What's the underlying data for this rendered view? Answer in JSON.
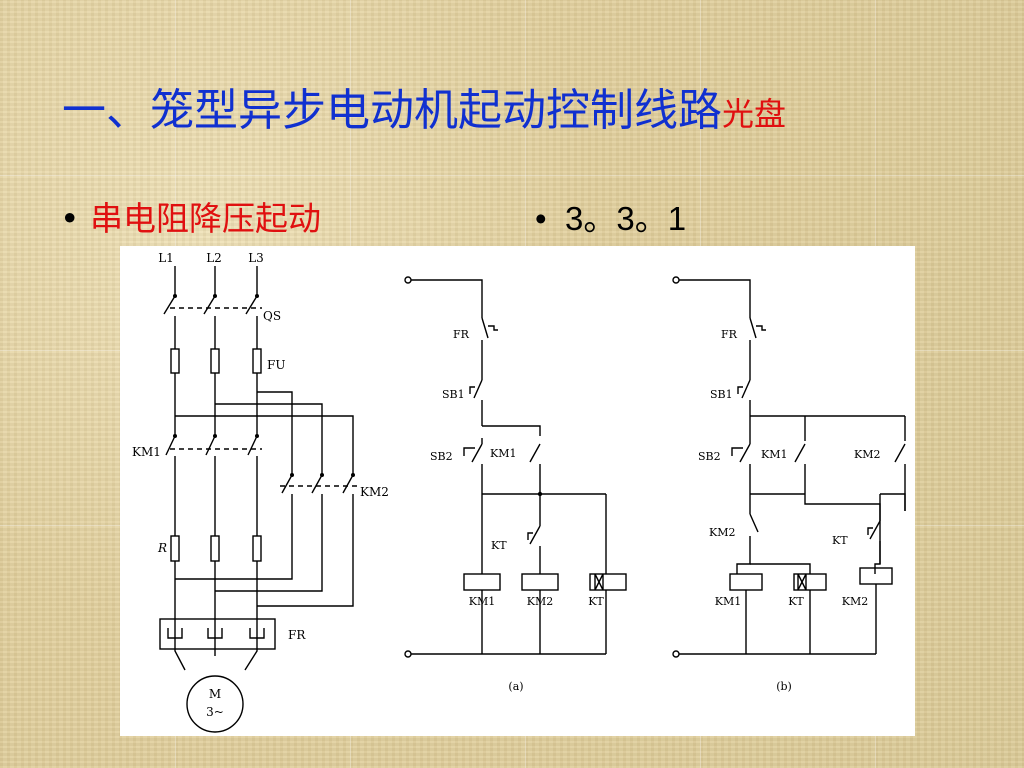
{
  "slide": {
    "title": "一、笼型异步电动机起动控制线路",
    "title_suffix": "光盘",
    "bullet_left": "串电阻降压起动",
    "bullet_right": "3。3。1"
  },
  "diagram": {
    "main": {
      "phases": [
        "L1",
        "L2",
        "L3"
      ],
      "qs": "QS",
      "fu": "FU",
      "km1": "KM1",
      "km2": "KM2",
      "r": "R",
      "fr": "FR",
      "motor_top": "M",
      "motor_bottom": "3~"
    },
    "a": {
      "caption": "(a)",
      "fr": "FR",
      "sb1": "SB1",
      "sb2": "SB2",
      "km1_contact": "KM1",
      "kt_contact": "KT",
      "coils": [
        "KM1",
        "KM2",
        "KT"
      ]
    },
    "b": {
      "caption": "(b)",
      "fr": "FR",
      "sb1": "SB1",
      "sb2": "SB2",
      "km1_contact": "KM1",
      "km2_contact": "KM2",
      "km2_nc": "KM2",
      "kt_contact": "KT",
      "coils": [
        "KM1",
        "KT",
        "KM2"
      ]
    }
  }
}
